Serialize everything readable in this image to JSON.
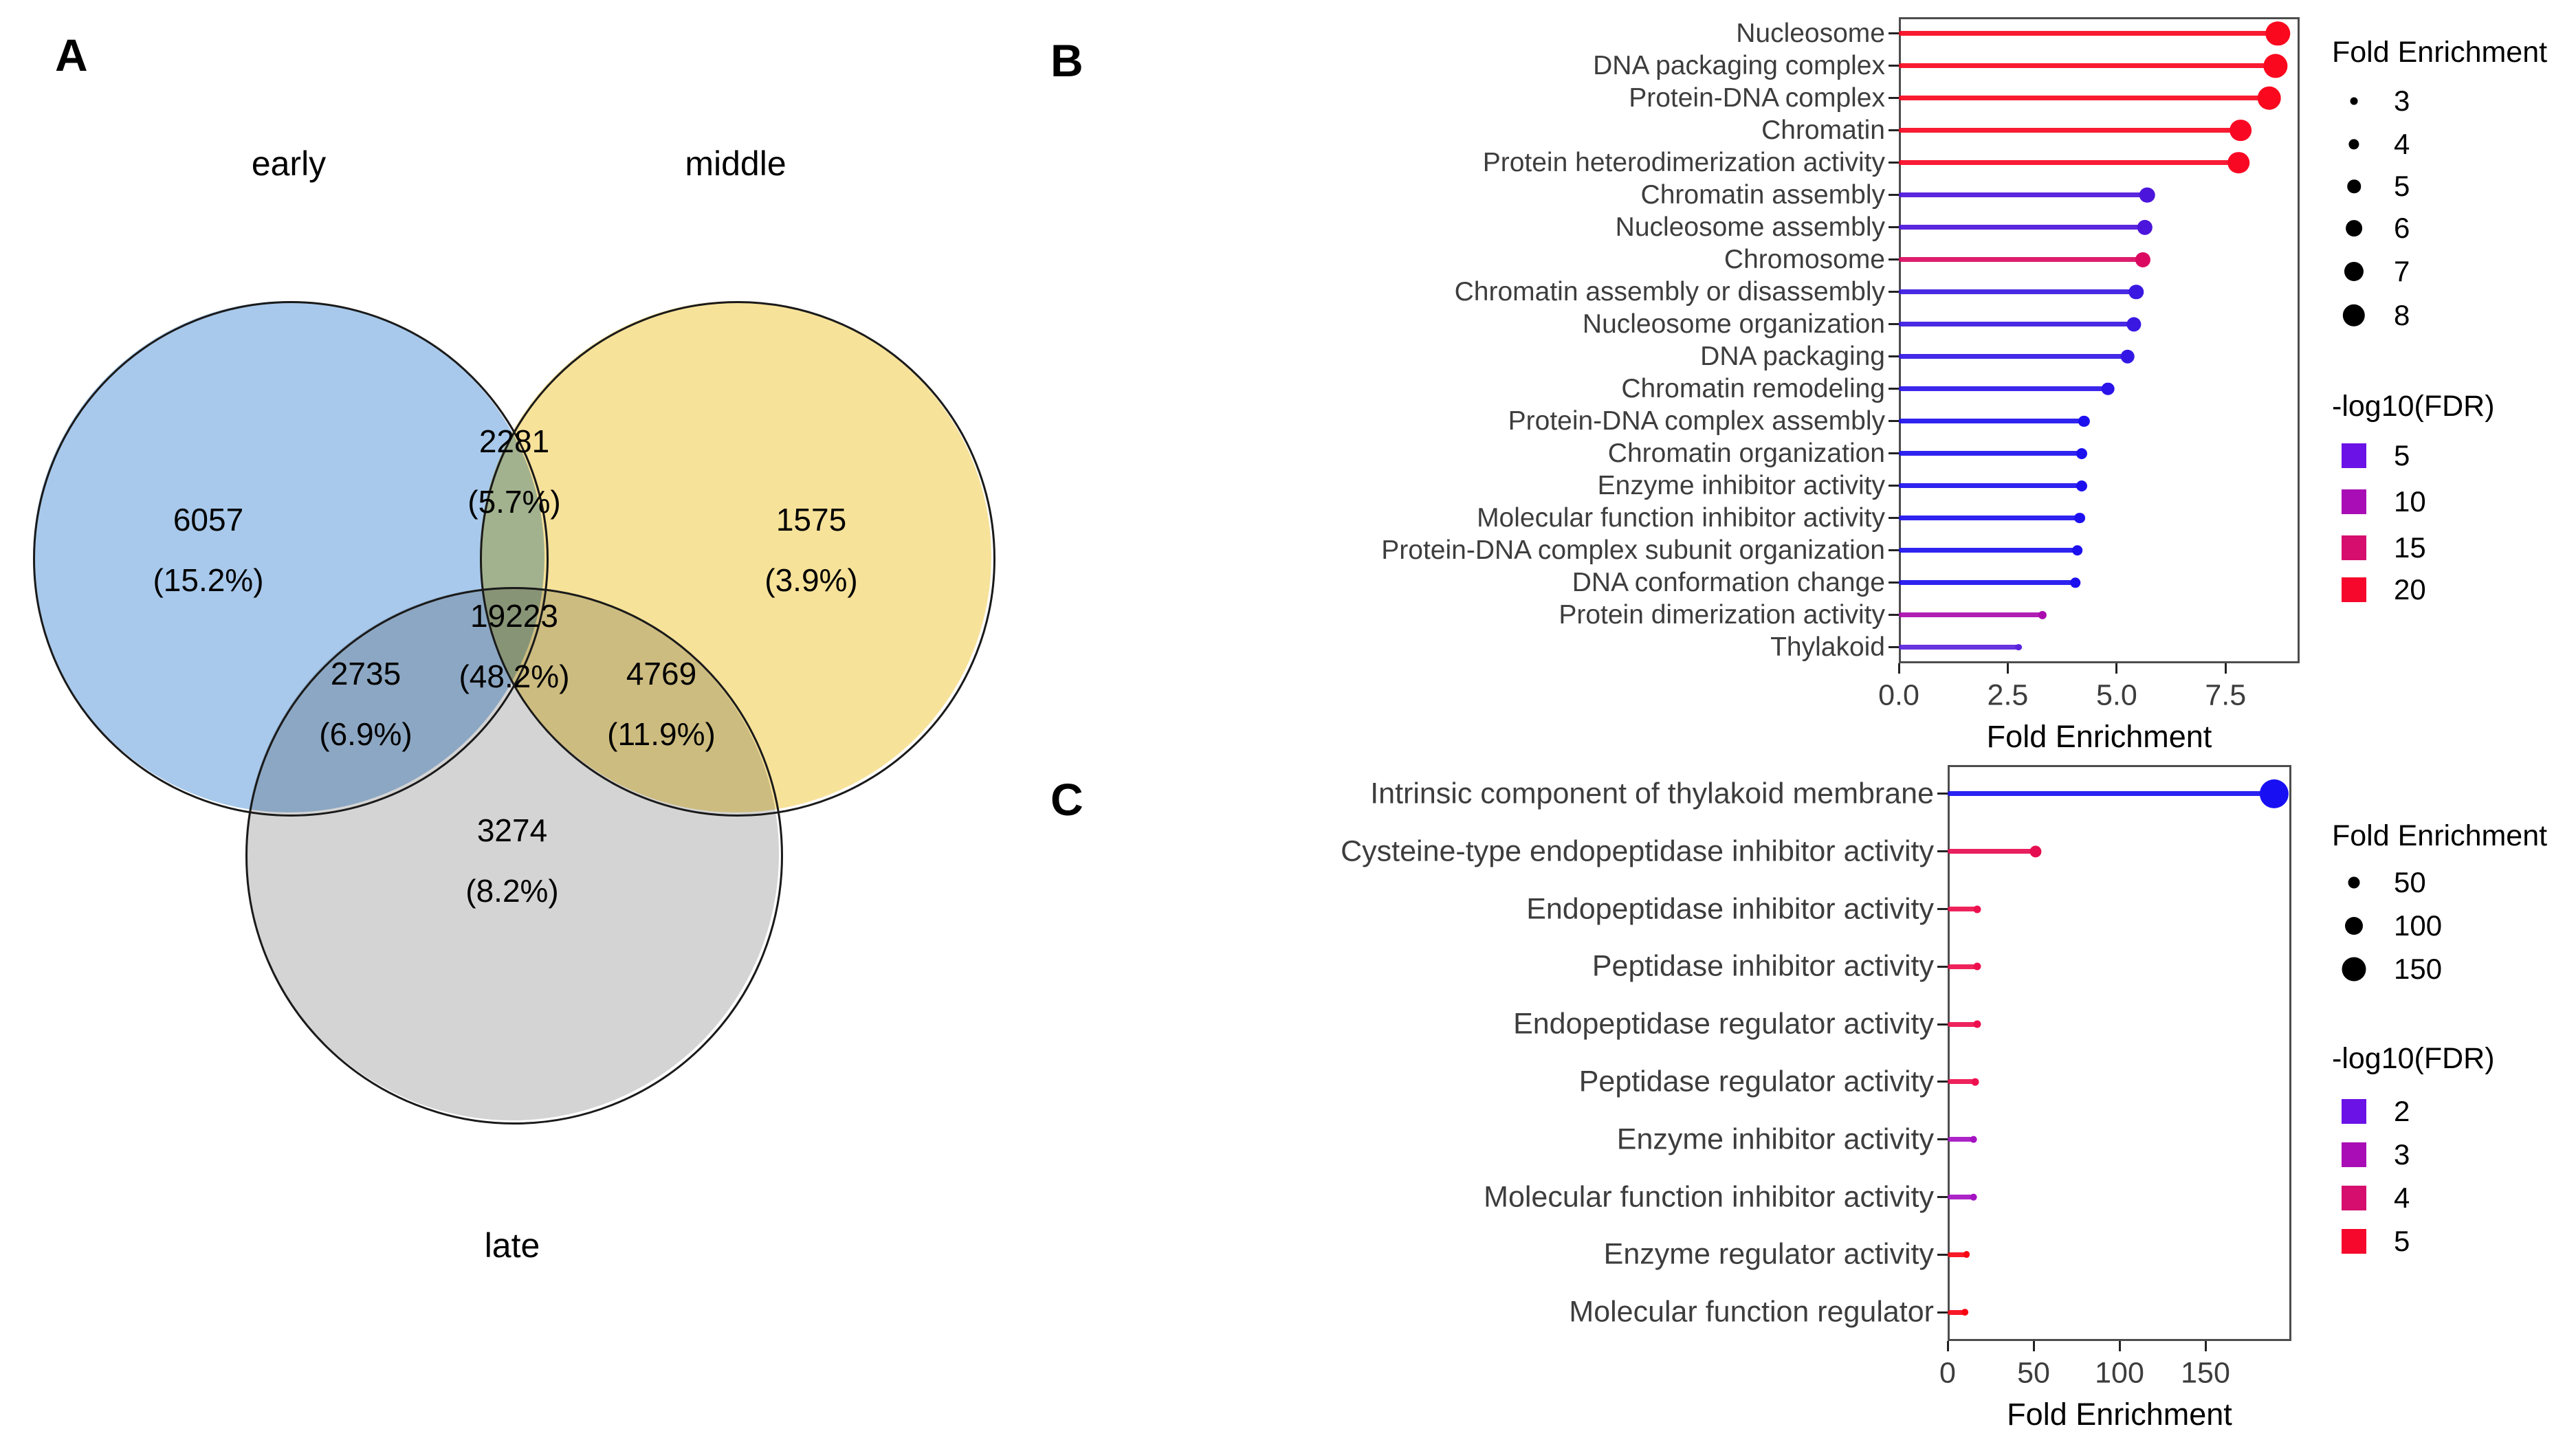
{
  "panels": {
    "a": {
      "letter": "A"
    },
    "b": {
      "letter": "B"
    },
    "c": {
      "letter": "C"
    }
  },
  "chart_data": [
    {
      "type": "venn",
      "panel": "A",
      "sets": [
        {
          "id": "early",
          "label": "early",
          "color": "#A8C9EB"
        },
        {
          "id": "middle",
          "label": "middle",
          "color": "#F7E29A"
        },
        {
          "id": "late",
          "label": "late",
          "color": "#D4D4D4"
        }
      ],
      "regions": [
        {
          "id": "early",
          "count": "6057",
          "pct": "(15.2%)"
        },
        {
          "id": "middle",
          "count": "1575",
          "pct": "(3.9%)"
        },
        {
          "id": "early_middle",
          "count": "2281",
          "pct": "(5.7%)"
        },
        {
          "id": "all",
          "count": "19223",
          "pct": "(48.2%)"
        },
        {
          "id": "early_late",
          "count": "2735",
          "pct": "(6.9%)"
        },
        {
          "id": "middle_late",
          "count": "4769",
          "pct": "(11.9%)"
        },
        {
          "id": "late",
          "count": "3274",
          "pct": "(8.2%)"
        }
      ]
    },
    {
      "type": "scatter",
      "subtype": "lollipop",
      "panel": "B",
      "xlabel": "Fold Enrichment",
      "xlim": [
        0,
        9.2
      ],
      "xtick_values": [
        0,
        2.5,
        5,
        7.5
      ],
      "xtick_labels": [
        "0.0",
        "2.5",
        "5.0",
        "7.5"
      ],
      "grid": false,
      "categories": [
        "Nucleosome",
        "DNA packaging complex",
        "Protein-DNA complex",
        "Chromatin",
        "Protein heterodimerization activity",
        "Chromatin assembly",
        "Nucleosome assembly",
        "Chromosome",
        "Chromatin assembly or disassembly",
        "Nucleosome organization",
        "DNA packaging",
        "Chromatin remodeling",
        "Protein-DNA complex assembly",
        "Chromatin organization",
        "Enzyme inhibitor activity",
        "Molecular function inhibitor activity",
        "Protein-DNA complex subunit organization",
        "DNA conformation change",
        "Protein dimerization activity",
        "Thylakoid"
      ],
      "values": [
        8.7,
        8.65,
        8.5,
        7.85,
        7.8,
        5.7,
        5.65,
        5.6,
        5.45,
        5.4,
        5.25,
        4.8,
        4.25,
        4.2,
        4.2,
        4.15,
        4.1,
        4.05,
        3.3,
        2.75
      ],
      "point_colors": [
        "#F9081E",
        "#F9081E",
        "#F9081E",
        "#F90823",
        "#F90823",
        "#4C15DB",
        "#4C15DB",
        "#DB0A60",
        "#3A18E2",
        "#3A18E2",
        "#3318E5",
        "#2A14E9",
        "#1D10EF",
        "#1D10EF",
        "#1D10EF",
        "#1D10EF",
        "#1D10EF",
        "#1D10EF",
        "#AA0BAE",
        "#5A23DC"
      ],
      "legend": {
        "size_title": "Fold Enrichment",
        "size_values": [
          3,
          4,
          5,
          6,
          7,
          8
        ],
        "size_labels": [
          "3",
          "4",
          "5",
          "6",
          "7",
          "8"
        ],
        "color_title": "-log10(FDR)",
        "color_labels": [
          "5",
          "10",
          "15",
          "20"
        ],
        "color_values": [
          "#6B12E6",
          "#A90DB5",
          "#D60E6E",
          "#F5082C"
        ]
      }
    },
    {
      "type": "scatter",
      "subtype": "lollipop",
      "panel": "C",
      "xlabel": "Fold Enrichment",
      "xlim": [
        0,
        200
      ],
      "xtick_values": [
        0,
        50,
        100,
        150
      ],
      "xtick_labels": [
        "0",
        "50",
        "100",
        "150"
      ],
      "grid": false,
      "categories": [
        "Intrinsic component of thylakoid membrane",
        "Cysteine-type endopeptidase inhibitor activity",
        "Endopeptidase inhibitor activity",
        "Peptidase inhibitor activity",
        "Endopeptidase regulator activity",
        "Peptidase regulator activity",
        "Enzyme inhibitor activity",
        "Molecular function inhibitor activity",
        "Enzyme regulator activity",
        "Molecular function regulator"
      ],
      "values": [
        190,
        51,
        17,
        17,
        17,
        16,
        15,
        15,
        11,
        10
      ],
      "point_colors": [
        "#1810F2",
        "#E60D51",
        "#ED104E",
        "#ED104E",
        "#ED104E",
        "#ED104E",
        "#A412C2",
        "#A412C2",
        "#F70714",
        "#F70714"
      ],
      "legend": {
        "size_title": "Fold Enrichment",
        "size_values": [
          50,
          100,
          150
        ],
        "size_labels": [
          "50",
          "100",
          "150"
        ],
        "color_title": "-log10(FDR)",
        "color_labels": [
          "2",
          "3",
          "4",
          "5"
        ],
        "color_values": [
          "#6B12E6",
          "#A90DB5",
          "#D60E6E",
          "#F5082C"
        ]
      }
    }
  ]
}
